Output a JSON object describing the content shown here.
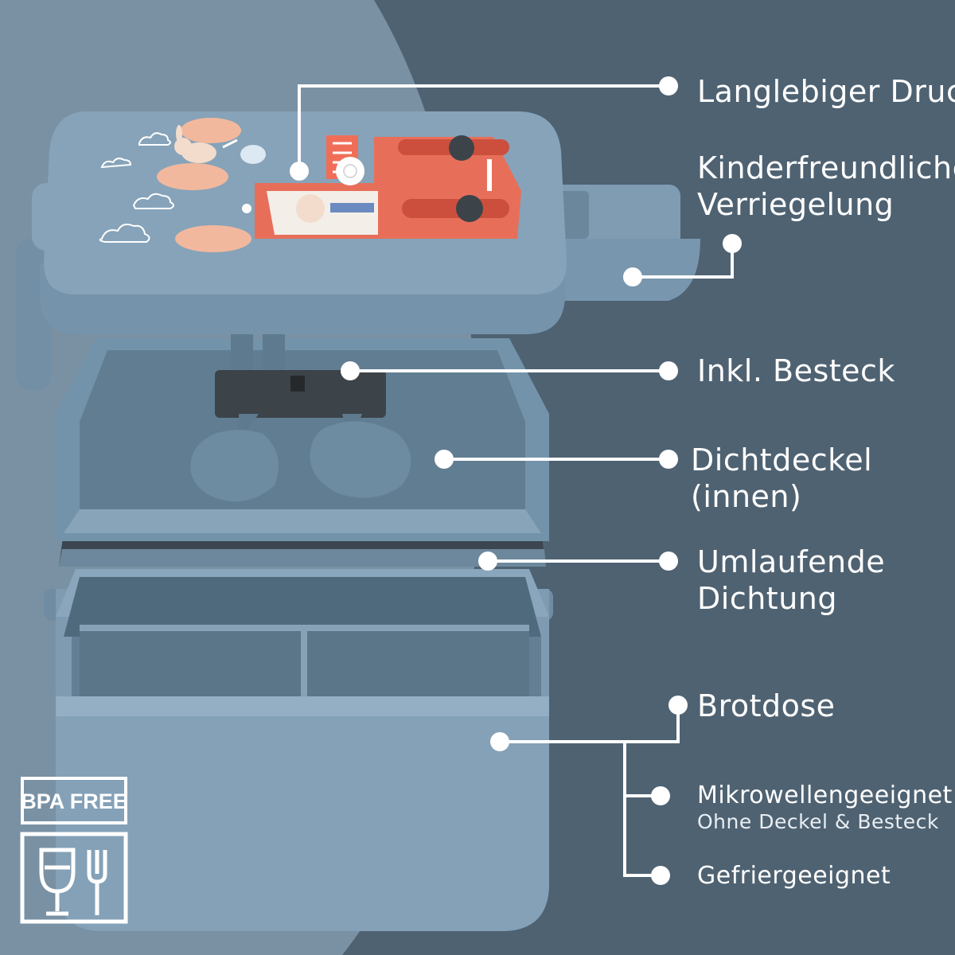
{
  "colors": {
    "background_dark": "#4f6272",
    "background_light": "#7a91a4",
    "product_blue": "#7f9db4",
    "fire_truck": "#e76f5a",
    "accent_white": "#ffffff"
  },
  "callouts": {
    "print": {
      "line1": "Langlebiger Druck"
    },
    "locking": {
      "line1": "Kinderfreundliche",
      "line2": "Verriegelung"
    },
    "cutlery": {
      "line1": "Inkl. Besteck"
    },
    "seal_lid": {
      "line1": "Dichtdeckel",
      "line2": "(innen)"
    },
    "gasket": {
      "line1": "Umlaufende",
      "line2": "Dichtung"
    },
    "lunchbox": {
      "line1": "Brotdose"
    },
    "microwave": {
      "line1": "Mikrowellengeeignet",
      "note": "Ohne Deckel & Besteck"
    },
    "freezer": {
      "line1": "Gefriergeeignet"
    }
  },
  "badges": {
    "bpa_free": "BPA FREE",
    "food_safe_icon": "glass-and-fork-icon"
  }
}
